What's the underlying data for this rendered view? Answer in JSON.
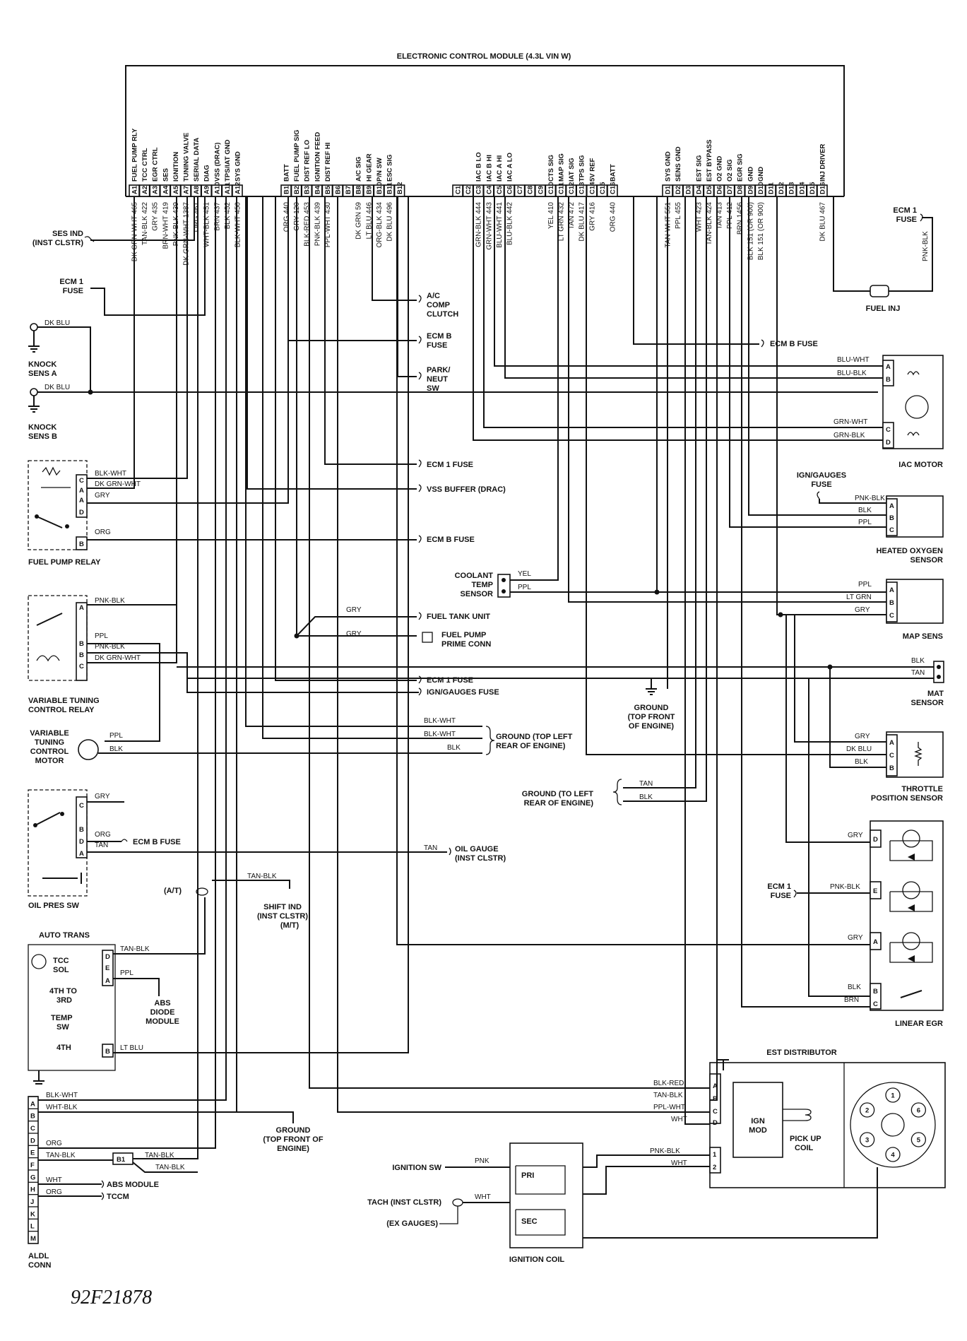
{
  "ecm": {
    "title": "ELECTRONIC CONTROL MODULE (4.3L VIN W)",
    "pins": [
      {
        "id": "A1",
        "fn": "FUEL PUMP RLY",
        "wire": "DK GRN-WHT 465"
      },
      {
        "id": "A2",
        "fn": "TCC CTRL",
        "wire": "TAN-BLK 422"
      },
      {
        "id": "A3",
        "fn": "EGR CTRL",
        "wire": "GRY 435"
      },
      {
        "id": "A4",
        "fn": "SES",
        "wire": "BRN-WHT 419"
      },
      {
        "id": "A5",
        "fn": "IGNITION",
        "wire": "PNK-BLK 439"
      },
      {
        "id": "A7",
        "fn": "TUNING VALVE",
        "wire": "DK GRN-WHT 1387"
      },
      {
        "id": "A8",
        "fn": "SERIAL DATA",
        "wire": "ORG 461"
      },
      {
        "id": "A9",
        "fn": "DIAG",
        "wire": "WHT-BLK 451"
      },
      {
        "id": "A10",
        "fn": "VSS (DRAC)",
        "wire": "BRN 437"
      },
      {
        "id": "A11",
        "fn": "TPS/IAT GND",
        "wire": "BLK 452"
      },
      {
        "id": "A12",
        "fn": "SYS GND",
        "wire": "BLK-WHT 450"
      },
      {
        "id": "B1",
        "fn": "BATT",
        "wire": "ORG 440"
      },
      {
        "id": "B2",
        "fn": "FUEL PUMP SIG",
        "wire": "GRY 120"
      },
      {
        "id": "B3",
        "fn": "DIST REF LO",
        "wire": "BLK-RED 453"
      },
      {
        "id": "B4",
        "fn": "IGNITION FEED",
        "wire": "PNK-BLK 439"
      },
      {
        "id": "B5",
        "fn": "DIST REF HI",
        "wire": "PPL-WHT 430"
      },
      {
        "id": "B6",
        "fn": "",
        "wire": ""
      },
      {
        "id": "B7",
        "fn": "",
        "wire": ""
      },
      {
        "id": "B8",
        "fn": "A/C SIG",
        "wire": "DK GRN 59"
      },
      {
        "id": "B9",
        "fn": "HI GEAR",
        "wire": "LT BLU 446"
      },
      {
        "id": "B10",
        "fn": "P/N SW",
        "wire": "ORG-BLK 434"
      },
      {
        "id": "B11",
        "fn": "ESC SIG",
        "wire": "DK BLU 496"
      },
      {
        "id": "B12",
        "fn": "",
        "wire": ""
      },
      {
        "id": "C1",
        "fn": "",
        "wire": ""
      },
      {
        "id": "C2",
        "fn": "",
        "wire": ""
      },
      {
        "id": "C3",
        "fn": "IAC B LO",
        "wire": "GRN-BLK 444"
      },
      {
        "id": "C4",
        "fn": "IAC B HI",
        "wire": "GRN-WHT 443"
      },
      {
        "id": "C5",
        "fn": "IAC A HI",
        "wire": "BLU-WHT 441"
      },
      {
        "id": "C6",
        "fn": "IAC A LO",
        "wire": "BLU-BLK 442"
      },
      {
        "id": "C7",
        "fn": "",
        "wire": ""
      },
      {
        "id": "C8",
        "fn": "",
        "wire": ""
      },
      {
        "id": "C9",
        "fn": "",
        "wire": ""
      },
      {
        "id": "C10",
        "fn": "CTS SIG",
        "wire": "YEL 410"
      },
      {
        "id": "C11",
        "fn": "MAP SIG",
        "wire": "LT GRN 432"
      },
      {
        "id": "C12",
        "fn": "IAT SIG",
        "wire": "TAN 472"
      },
      {
        "id": "C13",
        "fn": "TPS SIG",
        "wire": "DK BLU 417"
      },
      {
        "id": "C14",
        "fn": "5V REF",
        "wire": "GRY 416"
      },
      {
        "id": "C15",
        "fn": "",
        "wire": ""
      },
      {
        "id": "C16",
        "fn": "BATT",
        "wire": "ORG 440"
      },
      {
        "id": "D1",
        "fn": "SYS GND",
        "wire": "TAN-WHT 551"
      },
      {
        "id": "D2",
        "fn": "SENS GND",
        "wire": "PPL 455"
      },
      {
        "id": "D3",
        "fn": "",
        "wire": ""
      },
      {
        "id": "D4",
        "fn": "EST SIG",
        "wire": "WHT 423"
      },
      {
        "id": "D5",
        "fn": "EST BYPASS",
        "wire": "TAN-BLK 424"
      },
      {
        "id": "D6",
        "fn": "O2 GND",
        "wire": "TAN 413"
      },
      {
        "id": "D7",
        "fn": "O2 SIG",
        "wire": "PPL 412"
      },
      {
        "id": "D8",
        "fn": "EGR SIG",
        "wire": "BRN 1456"
      },
      {
        "id": "D9",
        "fn": "GND",
        "wire": "BLK 151 (OR 900)"
      },
      {
        "id": "D10",
        "fn": "GND",
        "wire": "BLK 151 (OR 900)"
      },
      {
        "id": "D11",
        "fn": "",
        "wire": ""
      },
      {
        "id": "D12",
        "fn": "",
        "wire": ""
      },
      {
        "id": "D13",
        "fn": "",
        "wire": ""
      },
      {
        "id": "D14",
        "fn": "",
        "wire": ""
      },
      {
        "id": "D15",
        "fn": "",
        "wire": ""
      },
      {
        "id": "D16",
        "fn": "INJ DRIVER",
        "wire": "DK BLU 467"
      }
    ]
  },
  "labels": {
    "ses_ind": "SES IND",
    "inst_clstr": "(INST CLSTR)",
    "ecm1_fuse": "ECM 1",
    "fuse": "FUSE",
    "dk_blu": "DK BLU",
    "knock_sens_a": "KNOCK",
    "knock_sens_a2": "SENS A",
    "knock_sens_b": "KNOCK",
    "knock_sens_b2": "SENS B",
    "ac_comp": "A/C",
    "ac_comp2": "COMP",
    "ac_comp3": "CLUTCH",
    "ecm_b_fuse": "ECM B",
    "park_neut": "PARK/",
    "park_neut2": "NEUT",
    "park_neut3": "SW",
    "ecm1_fuse_full": "ECM 1 FUSE",
    "vss_buffer": "VSS BUFFER (DRAC)",
    "ecm_b_fuse_full": "ECM B FUSE",
    "fuel_pump_relay": "FUEL PUMP RELAY",
    "fuel_tank_unit": "FUEL TANK UNIT",
    "fuel_pump_prime": "FUEL PUMP",
    "fuel_pump_prime2": "PRIME CONN",
    "ign_gauges_fuse": "IGN/GAUGES FUSE",
    "vtc_relay": "VARIABLE TUNING",
    "vtc_relay2": "CONTROL RELAY",
    "vtc_motor1": "VARIABLE",
    "vtc_motor2": "TUNING",
    "vtc_motor3": "CONTROL",
    "vtc_motor4": "MOTOR",
    "ground_tl": "GROUND (TOP LEFT",
    "ground_tl2": "REAR OF ENGINE)",
    "oil_pres_sw": "OIL PRES SW",
    "oil_gauge": "OIL GAUGE",
    "oil_gauge2": "(INST CLSTR)",
    "at": "(A/T)",
    "shift_ind": "SHIFT IND",
    "shift_ind2": "(INST CLSTR)",
    "shift_ind3": "(M/T)",
    "auto_trans": "AUTO TRANS",
    "tcc_sol": "TCC",
    "tcc_sol2": "SOL",
    "fourth3rd": "4TH TO",
    "fourth3rd2": "3RD",
    "temp_sw": "TEMP",
    "temp_sw2": "SW",
    "fourth": "4TH",
    "abs_diode": "ABS",
    "abs_diode2": "DIODE",
    "abs_diode3": "MODULE",
    "ground_tf": "GROUND",
    "ground_tf2": "(TOP FRONT OF",
    "ground_tf3": "ENGINE)",
    "abs_module": "ABS MODULE",
    "tccm": "TCCM",
    "aldl": "ALDL",
    "aldl2": "CONN",
    "figure_id": "92F21878",
    "fuel_inj": "FUEL INJ",
    "iac_motor": "IAC MOTOR",
    "ign_gauges": "IGN/GAUGES",
    "heated_o2": "HEATED OXYGEN",
    "heated_o2_2": "SENSOR",
    "coolant": "COOLANT",
    "coolant2": "TEMP",
    "coolant3": "SENSOR",
    "map_sens": "MAP SENS",
    "ground_front": "GROUND",
    "ground_front2": "(TOP FRONT",
    "ground_front3": "OF ENGINE)",
    "mat": "MAT",
    "mat2": "SENSOR",
    "tps": "THROTTLE",
    "tps2": "POSITION SENSOR",
    "ground_left": "GROUND (TO LEFT",
    "ground_left2": "REAR OF ENGINE)",
    "linear_egr": "LINEAR EGR",
    "est_dist": "EST DISTRIBUTOR",
    "ign_mod": "IGN",
    "ign_mod2": "MOD",
    "pickup": "PICK UP",
    "pickup2": "COIL",
    "ign_sw": "IGNITION SW",
    "tach": "TACH (INST CLSTR)",
    "ex_gauges": "(EX GAUGES)",
    "ign_coil": "IGNITION COIL",
    "pri": "PRI",
    "sec": "SEC",
    "b1": "B1"
  },
  "wires": {
    "blk_wht": "BLK-WHT",
    "dk_grn_wht": "DK GRN-WHT",
    "gry": "GRY",
    "org": "ORG",
    "pnk_blk": "PNK-BLK",
    "ppl": "PPL",
    "blk": "BLK",
    "tan": "TAN",
    "tan_blk": "TAN-BLK",
    "lt_blu": "LT BLU",
    "wht_blk": "WHT-BLK",
    "wht": "WHT",
    "blu_wht": "BLU-WHT",
    "blu_blk": "BLU-BLK",
    "grn_wht": "GRN-WHT",
    "grn_blk": "GRN-BLK",
    "yel": "YEL",
    "lt_grn": "LT GRN",
    "dk_blu": "DK BLU",
    "brn": "BRN",
    "blk_red": "BLK-RED",
    "ppl_wht": "PPL-WHT",
    "pnk": "PNK"
  },
  "connector_letters": [
    "A",
    "B",
    "C",
    "D",
    "E",
    "F",
    "G",
    "H",
    "J",
    "K",
    "L",
    "M"
  ],
  "distributor_numbers": [
    "1",
    "2",
    "3",
    "4",
    "5",
    "6"
  ]
}
